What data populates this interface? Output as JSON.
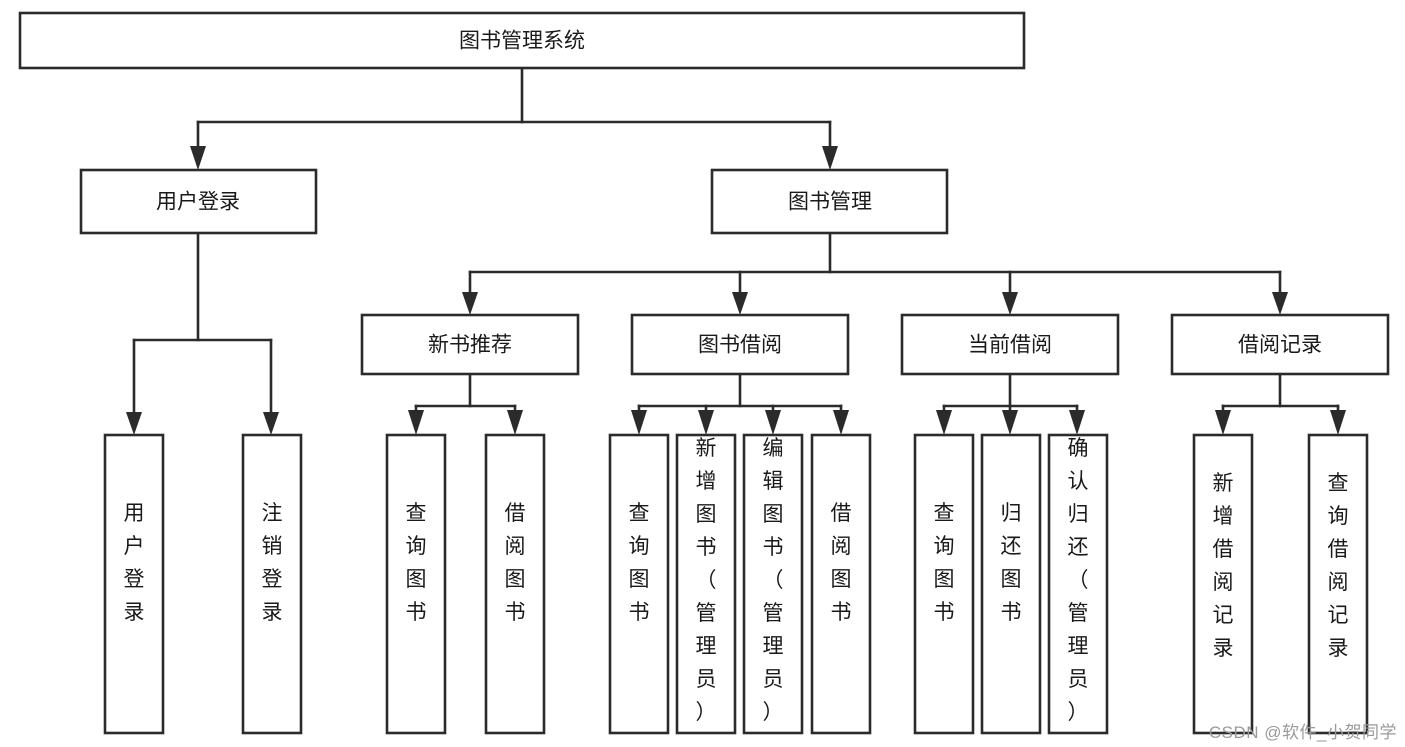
{
  "diagram": {
    "type": "tree-flowchart",
    "title": "图书管理系统",
    "orientation": "top-down",
    "colors": {
      "box_stroke": "#2b2b2b",
      "box_fill": "#ffffff",
      "text": "#1a1a1a",
      "background": "#ffffff",
      "watermark": "#9a9a9a"
    },
    "nodes": {
      "root": {
        "label": "图书管理系统"
      },
      "level2": [
        {
          "id": "user-login",
          "label": "用户登录"
        },
        {
          "id": "book-management",
          "label": "图书管理"
        }
      ],
      "level3": [
        {
          "id": "new-book-recommend",
          "label": "新书推荐"
        },
        {
          "id": "book-borrow",
          "label": "图书借阅"
        },
        {
          "id": "current-borrow",
          "label": "当前借阅"
        },
        {
          "id": "borrow-record",
          "label": "借阅记录"
        }
      ],
      "leaves": {
        "user-login": [
          {
            "id": "leaf-user-login",
            "label": "用户登录"
          },
          {
            "id": "leaf-logout-login",
            "label": "注销登录"
          }
        ],
        "new-book-recommend": [
          {
            "id": "leaf-query-book-1",
            "label": "查询图书"
          },
          {
            "id": "leaf-borrow-book-1",
            "label": "借阅图书"
          }
        ],
        "book-borrow": [
          {
            "id": "leaf-query-book-2",
            "label": "查询图书"
          },
          {
            "id": "leaf-add-book",
            "label": "新增图书（管理员）"
          },
          {
            "id": "leaf-edit-book",
            "label": "编辑图书（管理员）"
          },
          {
            "id": "leaf-borrow-book-2",
            "label": "借阅图书"
          }
        ],
        "current-borrow": [
          {
            "id": "leaf-query-book-3",
            "label": "查询图书"
          },
          {
            "id": "leaf-return-book",
            "label": "归还图书"
          },
          {
            "id": "leaf-confirm-return",
            "label": "确认归还（管理员）"
          }
        ],
        "borrow-record": [
          {
            "id": "leaf-add-record",
            "label": "新增借阅记录"
          },
          {
            "id": "leaf-query-record",
            "label": "查询借阅记录"
          }
        ]
      }
    }
  },
  "watermark": {
    "text": "CSDN @软件_小贺同学"
  }
}
